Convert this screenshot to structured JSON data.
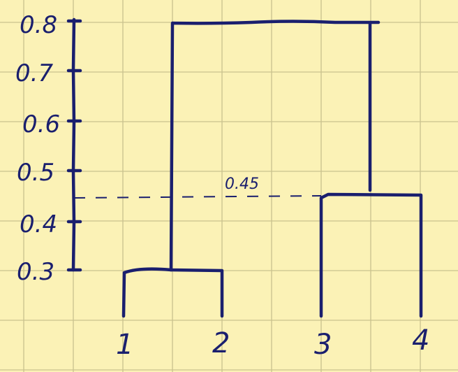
{
  "dendrogram": {
    "y_ticks": [
      "0.8",
      "0.7",
      "0.6",
      "0.5",
      "0.4",
      "0.3"
    ],
    "leaves": [
      "1",
      "2",
      "3",
      "4"
    ],
    "cut_label": "0.45",
    "merges": [
      {
        "join": [
          "1",
          "2"
        ],
        "height": 0.3
      },
      {
        "join": [
          "3",
          "4"
        ],
        "height": 0.45
      },
      {
        "join": [
          "1-2",
          "3-4"
        ],
        "height": 0.8
      }
    ],
    "cut_height": 0.45
  },
  "colors": {
    "paper": "#fbf2b6",
    "grid": "#c9c18e",
    "ink": "#1a1f6e"
  }
}
